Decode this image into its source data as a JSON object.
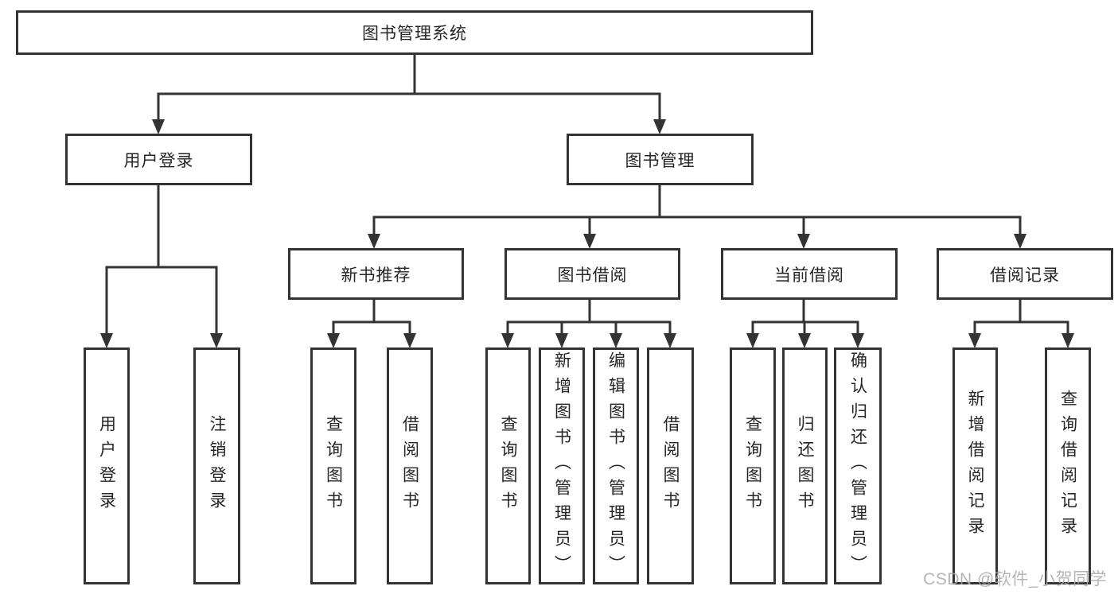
{
  "diagram": {
    "title": {
      "label": "图书管理系统"
    },
    "level2": [
      {
        "label": "用户登录",
        "parent": "图书管理系统"
      },
      {
        "label": "图书管理",
        "parent": "图书管理系统"
      }
    ],
    "level3": [
      {
        "label": "新书推荐",
        "parent": "图书管理"
      },
      {
        "label": "图书借阅",
        "parent": "图书管理"
      },
      {
        "label": "当前借阅",
        "parent": "图书管理"
      },
      {
        "label": "借阅记录",
        "parent": "图书管理"
      }
    ],
    "leaves": [
      {
        "label": "用户登录",
        "parent": "用户登录"
      },
      {
        "label": "注销登录",
        "parent": "用户登录"
      },
      {
        "label": "查询图书",
        "parent": "新书推荐"
      },
      {
        "label": "借阅图书",
        "parent": "新书推荐"
      },
      {
        "label": "查询图书",
        "parent": "图书借阅"
      },
      {
        "label": "新增图书（管理员）",
        "parent": "图书借阅"
      },
      {
        "label": "编辑图书（管理员）",
        "parent": "图书借阅"
      },
      {
        "label": "借阅图书",
        "parent": "图书借阅"
      },
      {
        "label": "查询图书",
        "parent": "当前借阅"
      },
      {
        "label": "归还图书",
        "parent": "当前借阅"
      },
      {
        "label": "确认归还（管理员）",
        "parent": "当前借阅"
      },
      {
        "label": "新增借阅记录",
        "parent": "借阅记录"
      },
      {
        "label": "查询借阅记录",
        "parent": "借阅记录"
      }
    ],
    "colors": {
      "line": "#333333",
      "box_border": "#333333",
      "box_fill": "#ffffff",
      "text": "#262626",
      "background": "#ffffff"
    }
  },
  "watermark": {
    "label": "CSDN @软件_小贺同学",
    "color": "#a8a8a8"
  }
}
